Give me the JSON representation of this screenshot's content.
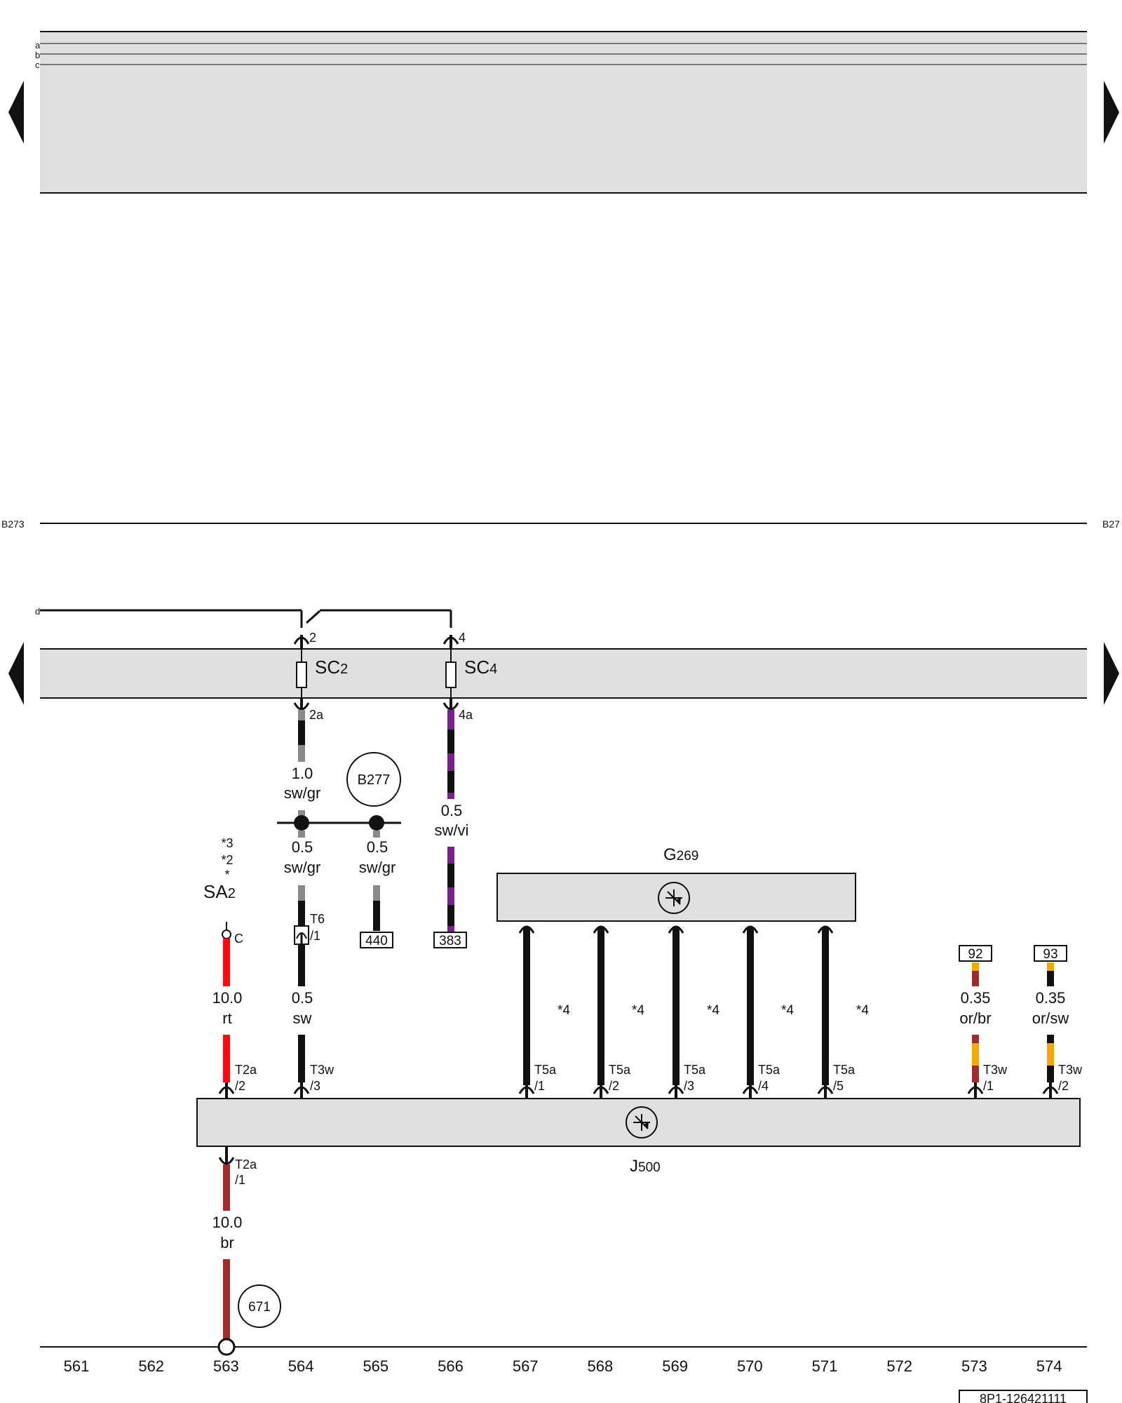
{
  "page": {
    "left_ref": "B273",
    "right_ref": "B27",
    "doc_number": "8P1-126421111"
  },
  "top_section": {
    "rail_labels": [
      "a",
      "b",
      "c"
    ]
  },
  "bottom_section": {
    "rail_label": "d"
  },
  "fuse_box": {
    "fuses": [
      {
        "name": "SC",
        "sub": "2",
        "in_pin": "2",
        "out_pin": "2a"
      },
      {
        "name": "SC",
        "sub": "4",
        "in_pin": "4",
        "out_pin": "4a"
      }
    ]
  },
  "ground_refs": {
    "b277": "B277",
    "g671": "671"
  },
  "wires": {
    "w1": {
      "size": "1.0",
      "color": "sw/gr"
    },
    "w2": {
      "size": "0.5",
      "color": "sw/vi"
    },
    "w3": {
      "size": "0.5",
      "color": "sw/gr"
    },
    "w4": {
      "size": "0.5",
      "color": "sw/gr"
    },
    "w5": {
      "size": "10.0",
      "color": "rt"
    },
    "w6": {
      "size": "0.5",
      "color": "sw"
    },
    "w7": {
      "size": "0.35",
      "color": "or/br"
    },
    "w8": {
      "size": "0.35",
      "color": "or/sw"
    },
    "w9": {
      "size": "10.0",
      "color": "br"
    }
  },
  "refs": {
    "r440": "440",
    "r383": "383",
    "r92": "92",
    "r93": "93"
  },
  "connectors": {
    "t6": {
      "name": "T6",
      "pin": "/1"
    },
    "sa": {
      "name": "SA",
      "sub": "2",
      "pin": "C",
      "notes": [
        "*3",
        "*2",
        "*"
      ]
    },
    "t2a_2": {
      "name": "T2a",
      "pin": "/2"
    },
    "t3w_3": {
      "name": "T3w",
      "pin": "/3"
    },
    "t3w_1": {
      "name": "T3w",
      "pin": "/1"
    },
    "t3w_2": {
      "name": "T3w",
      "pin": "/2"
    },
    "t2a_1": {
      "name": "T2a",
      "pin": "/1"
    }
  },
  "g269": {
    "name": "G",
    "sub": "269",
    "pins": [
      {
        "name": "T5a",
        "pin": "/1",
        "note": "*4"
      },
      {
        "name": "T5a",
        "pin": "/2",
        "note": "*4"
      },
      {
        "name": "T5a",
        "pin": "/3",
        "note": "*4"
      },
      {
        "name": "T5a",
        "pin": "/4",
        "note": "*4"
      },
      {
        "name": "T5a",
        "pin": "/5",
        "note": "*4"
      }
    ]
  },
  "j500": {
    "name": "J",
    "sub": "500"
  },
  "colors": {
    "sw": "#111111",
    "gr": "#8a8a8a",
    "vi": "#7a1f8c",
    "rt": "#ff0a0a",
    "br": "#a52a2a",
    "or": "#f5a800",
    "box": "#e0e0e0"
  },
  "columns": [
    "561",
    "562",
    "563",
    "564",
    "565",
    "566",
    "567",
    "568",
    "569",
    "570",
    "571",
    "572",
    "573",
    "574"
  ]
}
